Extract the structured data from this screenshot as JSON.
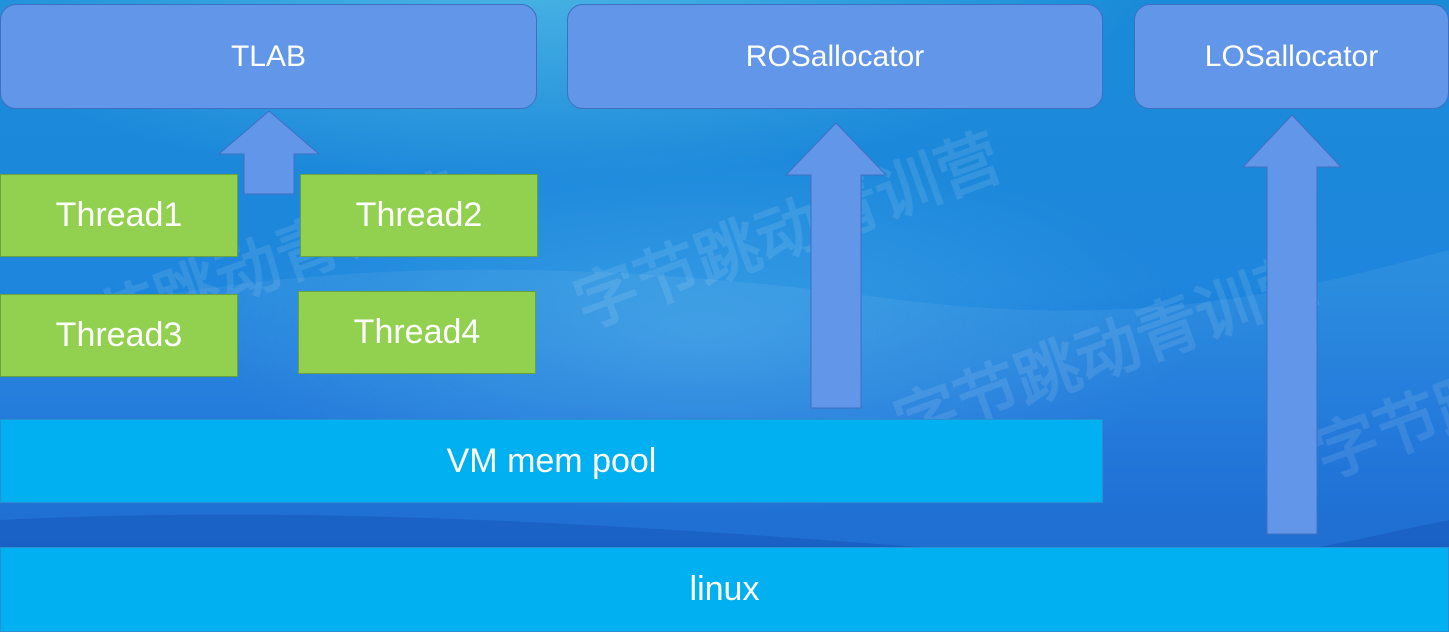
{
  "allocators": {
    "tlab": "TLAB",
    "ros": "ROSallocator",
    "los": "LOSallocator"
  },
  "threads": [
    "Thread1",
    "Thread2",
    "Thread3",
    "Thread4"
  ],
  "vm_pool": "VM mem pool",
  "os_layer": "linux",
  "watermark": "字节跳动青训营",
  "colors": {
    "allocator_fill": "#6296e8",
    "thread_fill": "#92d050",
    "bar_fill": "#00b0f0",
    "arrow_fill": "#6296e8",
    "background": "#1a80d8"
  }
}
